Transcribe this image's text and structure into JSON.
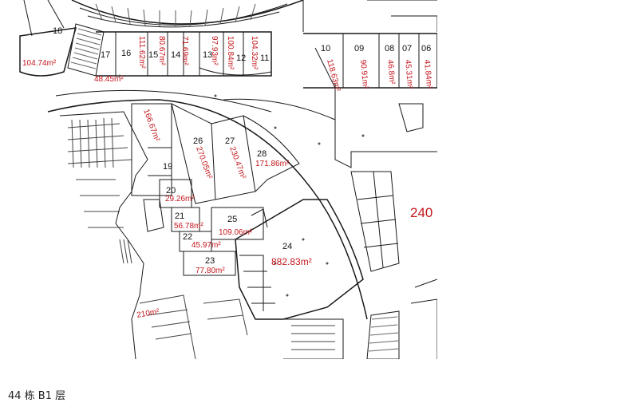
{
  "caption": "44 栋 B1 层",
  "colors": {
    "line": "#1a1a1a",
    "label": "#c4161c",
    "text": "#111111"
  },
  "units": [
    {
      "id": "18",
      "area": "104.74m²"
    },
    {
      "id": "17",
      "area": "48.45m²"
    },
    {
      "id": "16",
      "area": "111.62m²"
    },
    {
      "id": "15",
      "area": "80.67m²"
    },
    {
      "id": "14",
      "area": "71.69m²"
    },
    {
      "id": "13",
      "area": "97.93m²"
    },
    {
      "id": "12",
      "area": "100.84m²"
    },
    {
      "id": "11",
      "area": "104.32m²"
    },
    {
      "id": "10",
      "area": "118.63m²"
    },
    {
      "id": "09",
      "area": "90.91m²"
    },
    {
      "id": "08",
      "area": "46.8m²"
    },
    {
      "id": "07",
      "area": "45.31m²"
    },
    {
      "id": "06",
      "area": "41.84m²"
    },
    {
      "id": "19",
      "area": "166.67m²"
    },
    {
      "id": "26",
      "area": "270.05m²"
    },
    {
      "id": "27",
      "area": "230.47m²"
    },
    {
      "id": "28",
      "area": "171.86m²"
    },
    {
      "id": "20",
      "area": "29.26m²"
    },
    {
      "id": "21",
      "area": "56.78m²"
    },
    {
      "id": "25",
      "area": "109.06m²"
    },
    {
      "id": "22",
      "area": "45.97m²"
    },
    {
      "id": "23",
      "area": "77.80m²"
    },
    {
      "id": "24",
      "area": "882.83m²"
    }
  ],
  "extra_labels": {
    "left_area": "210m²",
    "right_area": "240"
  }
}
